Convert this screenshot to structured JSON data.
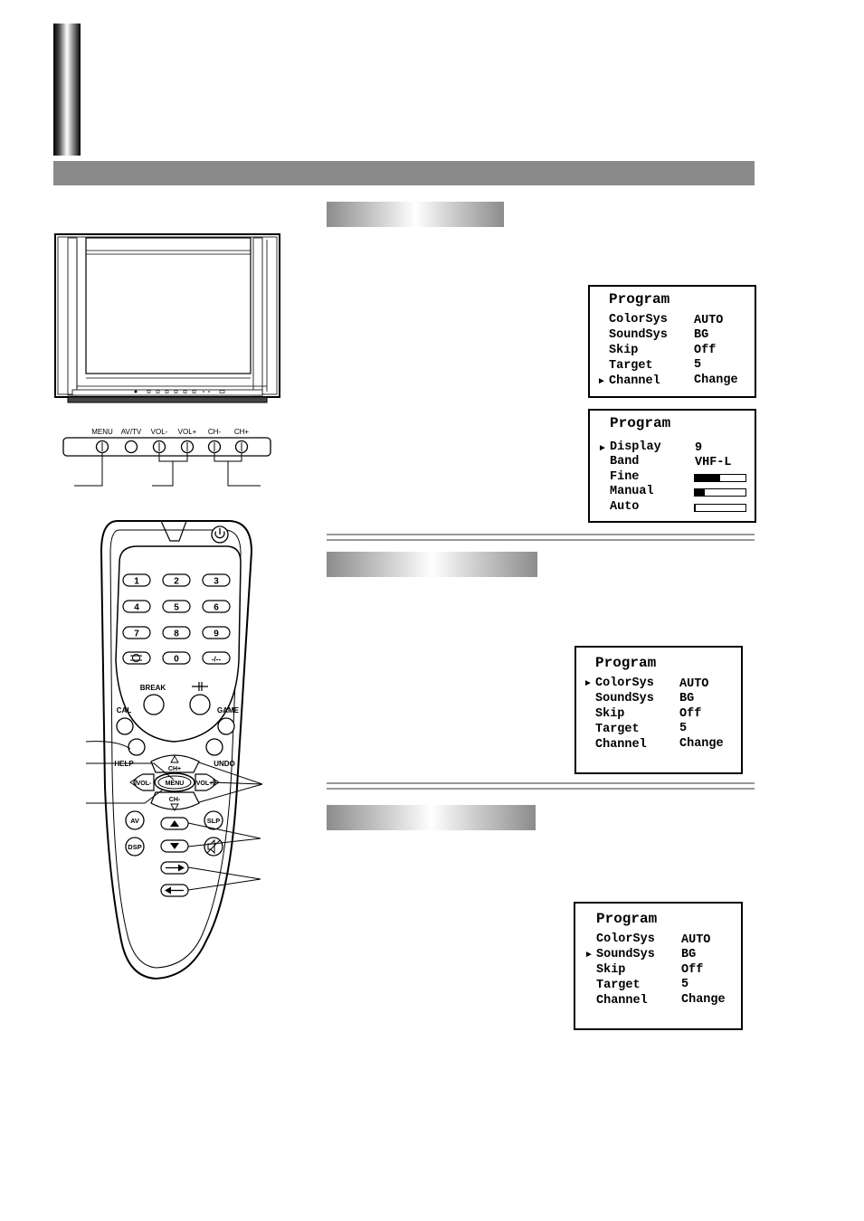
{
  "front_panel": {
    "labels": [
      "MENU",
      "AV/TV",
      "VOL-",
      "VOL+",
      "CH-",
      "CH+"
    ]
  },
  "remote": {
    "digits": [
      "1",
      "2",
      "3",
      "4",
      "5",
      "6",
      "7",
      "8",
      "9",
      "0"
    ],
    "dash_key": "-/--",
    "break_label": "BREAK",
    "cal_label": "CAL",
    "game_label": "GAME",
    "help_label": "HELP",
    "undo_label": "UNDO",
    "ch_up_label": "CH+",
    "ch_down_label": "CH-",
    "vol_minus_label": "VOL-",
    "vol_plus_label": "VOL+",
    "menu_label": "MENU",
    "av_label": "AV",
    "dsp_label": "DSP",
    "slp_label": "SLP"
  },
  "osd1": {
    "title": "Program",
    "rows": [
      {
        "label": "ColorSys",
        "value": "AUTO"
      },
      {
        "label": "SoundSys",
        "value": "BG"
      },
      {
        "label": "Skip",
        "value": "Off"
      },
      {
        "label": "Target",
        "value": "5"
      },
      {
        "label": "Channel",
        "value": "Change"
      }
    ],
    "cursor_row": 4
  },
  "osd2": {
    "title": "Program",
    "rows": [
      {
        "label": "Display",
        "value": "9"
      },
      {
        "label": "Band",
        "value": "VHF-L"
      },
      {
        "label": "Fine",
        "level": 0.5
      },
      {
        "label": "Manual",
        "level": 0.2
      },
      {
        "label": "Auto",
        "level": 0.02
      }
    ],
    "cursor_row": 0
  },
  "osd3": {
    "title": "Program",
    "rows": [
      {
        "label": "ColorSys",
        "value": "AUTO"
      },
      {
        "label": "SoundSys",
        "value": "BG"
      },
      {
        "label": "Skip",
        "value": "Off"
      },
      {
        "label": "Target",
        "value": "5"
      },
      {
        "label": "Channel",
        "value": "Change"
      }
    ],
    "cursor_row": 0
  },
  "osd4": {
    "title": "Program",
    "rows": [
      {
        "label": "ColorSys",
        "value": "AUTO"
      },
      {
        "label": "SoundSys",
        "value": "BG"
      },
      {
        "label": "Skip",
        "value": "Off"
      },
      {
        "label": "Target",
        "value": "5"
      },
      {
        "label": "Channel",
        "value": "Change"
      }
    ],
    "cursor_row": 1
  },
  "glyphs": {
    "cursor": "►"
  }
}
